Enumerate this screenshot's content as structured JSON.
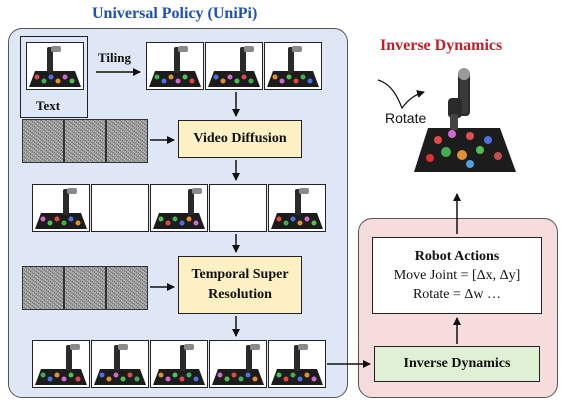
{
  "titles": {
    "left": "Universal Policy (UniPi)",
    "right": "Inverse Dynamics"
  },
  "labels": {
    "text_input": "Text",
    "tiling": "Tiling",
    "video_diffusion": "Video Diffusion",
    "temporal_sr_line1": "Temporal Super",
    "temporal_sr_line2": "Resolution",
    "inverse_dynamics_box": "Inverse Dynamics",
    "rotate": "Rotate"
  },
  "robot_actions": {
    "title": "Robot Actions",
    "line1": "Move Joint = [Δx, Δy]",
    "line2": "Rotate = Δw …"
  },
  "colors": {
    "left_panel": "#dfe6f6",
    "right_panel": "#f6dcdc",
    "yellow_box": "#fdf0c4",
    "green_box": "#dff0d4",
    "title_blue": "#1f4fb5",
    "title_red": "#c0202b"
  }
}
